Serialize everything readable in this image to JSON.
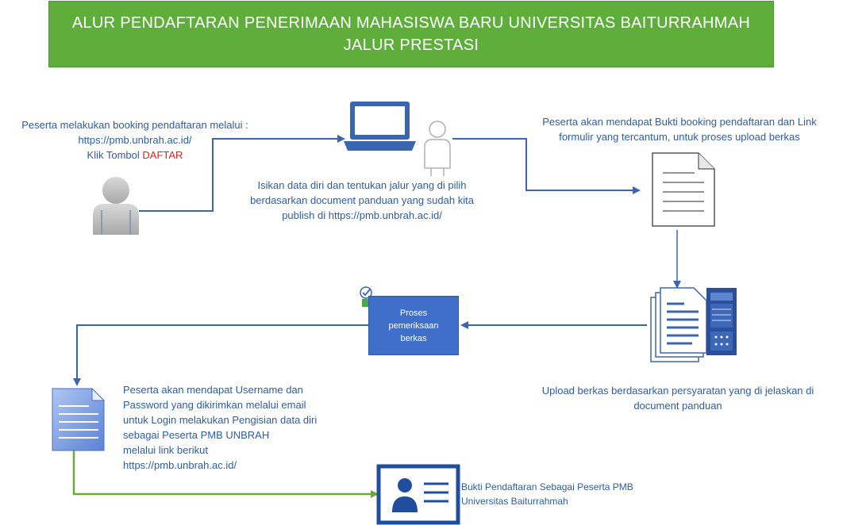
{
  "header": {
    "line1": "ALUR PENDAFTARAN PENERIMAAN MAHASISWA BARU UNIVERSITAS BAITURRAHMAH",
    "line2": "JALUR PRESTASI"
  },
  "step_booking": {
    "line1": "Peserta melakukan booking pendaftaran melalui :",
    "line2": "https://pmb.unbrah.ac.id/",
    "line3_prefix": "Klik Tombol ",
    "line3_highlight": "DAFTAR",
    "highlight_color": "#e02020"
  },
  "step_isi_data": {
    "line1": "Isikan data diri dan tentukan jalur yang di pilih",
    "line2": "berdasarkan document panduan yang sudah kita",
    "line3": "publish di https://pmb.unbrah.ac.id/"
  },
  "step_bukti_booking": {
    "line1": "Peserta akan mendapat Bukti booking pendaftaran dan Link",
    "line2": "formulir yang tercantum, untuk proses upload berkas"
  },
  "step_upload": {
    "line1": "Upload berkas berdasarkan persyaratan yang di jelaskan di",
    "line2": "document panduan"
  },
  "process_box": {
    "line1": "Proses",
    "line2": "pemeriksaan",
    "line3": "berkas"
  },
  "step_username": {
    "line1": "Peserta akan mendapat Username dan",
    "line2": "Password yang dikirimkan melalui email",
    "line3": "untuk Login melakukan Pengisian data diri",
    "line4": "sebagai Peserta PMB UNBRAH",
    "line5": "melalui link berikut",
    "line6": "https://pmb.unbrah.ac.id/"
  },
  "step_final": {
    "line1": "Bukti Pendaftaran Sebagai Peserta PMB",
    "line2": "Universitas Baiturrahmah"
  },
  "icons": [
    "user-icon",
    "laptop-icon",
    "person-outline-icon",
    "document-icon",
    "documents-server-icon",
    "checklist-icon",
    "blue-document-icon",
    "id-card-icon"
  ],
  "colors": {
    "header_bg": "#5fae3c",
    "text": "#2f5d9e",
    "connector_blue": "#3a66b0",
    "connector_green": "#6aaa3a",
    "process_bg": "#3f6fc9"
  }
}
